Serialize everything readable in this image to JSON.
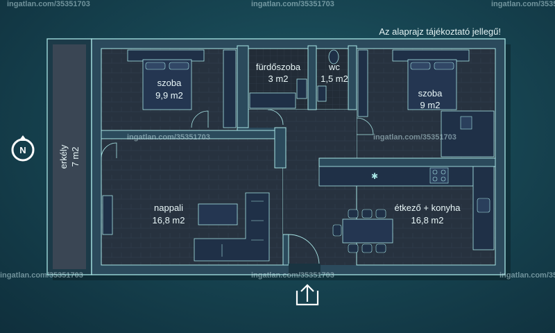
{
  "disclaimer": "Az alaprajz tájékoztató jellegű!",
  "watermark": "ingatlan.com/35351703",
  "compass_letter": "N",
  "rooms": {
    "bedroom1": {
      "name": "szoba",
      "area": "9,9 m2"
    },
    "bathroom": {
      "name": "fürdőszoba",
      "area": "3 m2"
    },
    "wc": {
      "name": "wc",
      "area": "1,5 m2"
    },
    "bedroom2": {
      "name": "szoba",
      "area": "9 m2"
    },
    "balcony": {
      "name": "erkély",
      "area": "7 m2"
    },
    "living": {
      "name": "nappali",
      "area": "16,8 m2"
    },
    "kitchen": {
      "name": "étkező + konyha",
      "area": "16,8 m2"
    }
  },
  "icons": {
    "compass": "compass-north-icon",
    "entrance": "entrance-arrow-icon"
  },
  "colors": {
    "wall": "#2b4a5c",
    "wall_outline": "#a9e6e6",
    "floor": "#26323f",
    "furniture": "#1f3047",
    "text": "#e9f7f8"
  }
}
